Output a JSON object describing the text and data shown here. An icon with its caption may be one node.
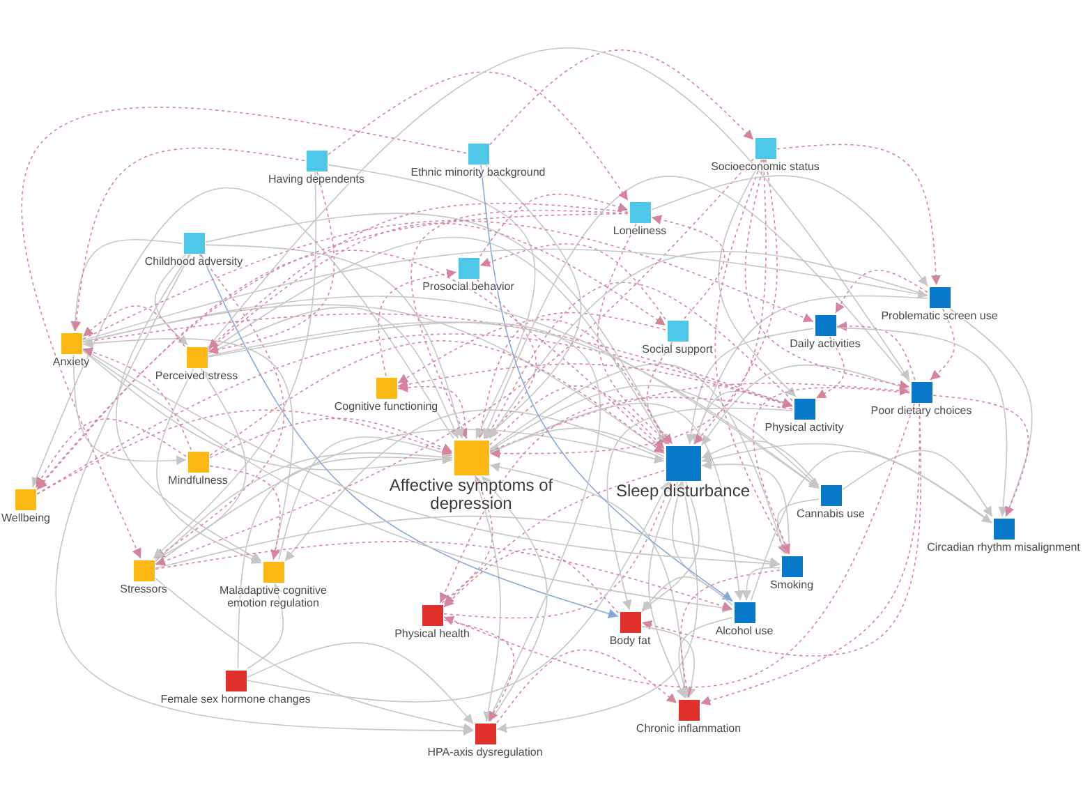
{
  "diagram": {
    "nodes": [
      {
        "text": [
          "Socioeconomic status"
        ]
      },
      {
        "text": [
          "Ethnic minority background"
        ]
      },
      {
        "text": [
          "Having dependents"
        ]
      },
      {
        "text": [
          "Loneliness"
        ]
      },
      {
        "text": [
          "Childhood adversity"
        ]
      },
      {
        "text": [
          "Prosocial behavior"
        ]
      },
      {
        "text": [
          "Problematic screen use"
        ]
      },
      {
        "text": [
          "Daily activities"
        ]
      },
      {
        "text": [
          "Social support"
        ]
      },
      {
        "text": [
          "Anxiety"
        ]
      },
      {
        "text": [
          "Perceived stress"
        ]
      },
      {
        "text": [
          "Cognitive functioning"
        ]
      },
      {
        "text": [
          "Poor dietary choices"
        ]
      },
      {
        "text": [
          "Physical activity"
        ]
      },
      {
        "text": [
          "Affective symptoms of depression"
        ]
      },
      {
        "text": [
          "Mindfulness"
        ]
      },
      {
        "text": [
          "Sleep disturbance"
        ]
      },
      {
        "text": [
          "Cannabis use"
        ]
      },
      {
        "text": [
          "Wellbeing"
        ]
      },
      {
        "text": [
          "Circadian rhythm misalignment"
        ]
      },
      {
        "text": [
          "Smoking"
        ]
      },
      {
        "text": [
          "Stressors"
        ]
      },
      {
        "text": [
          "Maladaptive cognitive emotion regulation"
        ]
      },
      {
        "text": [
          "Alcohol use"
        ]
      },
      {
        "text": [
          "Physical health"
        ]
      },
      {
        "text": [
          "Body fat"
        ]
      },
      {
        "text": [
          "Female sex hormone changes"
        ]
      },
      {
        "text": [
          "Chronic inflammation"
        ]
      },
      {
        "text": [
          "HPA-axis dysregulation"
        ]
      }
    ],
    "edges": [
      {
        "from": 9,
        "to": 16,
        "arrow": "to"
      },
      {
        "from": 10,
        "to": 16,
        "arrow": "to"
      },
      {
        "from": 14,
        "to": 16,
        "arrow": "to",
        "style": "dashed",
        "color": "#d6849c"
      },
      {
        "from": 3,
        "to": 16,
        "arrow": "to",
        "style": "dashed",
        "color": "#d6849c"
      },
      {
        "from": 6,
        "to": 16,
        "arrow": "to"
      },
      {
        "from": 7,
        "to": 16,
        "arrow": "to"
      },
      {
        "from": 13,
        "to": 16,
        "arrow": "to"
      },
      {
        "from": 17,
        "to": 16,
        "arrow": "to"
      },
      {
        "from": 20,
        "to": 16,
        "arrow": "to"
      },
      {
        "from": 23,
        "to": 16,
        "arrow": "to"
      },
      {
        "from": 19,
        "to": 16,
        "arrow": "to"
      },
      {
        "from": 12,
        "to": 16,
        "arrow": "to"
      },
      {
        "from": 0,
        "to": 16,
        "arrow": "to",
        "style": "dashed",
        "color": "#d6849c"
      },
      {
        "from": 4,
        "to": 16,
        "arrow": "to"
      },
      {
        "from": 21,
        "to": 16,
        "arrow": "to"
      },
      {
        "from": 24,
        "to": 16,
        "arrow": "to",
        "style": "dashed",
        "color": "#d6849c"
      },
      {
        "from": 15,
        "to": 16,
        "arrow": "to",
        "style": "dashed",
        "color": "#d6849c"
      },
      {
        "from": 8,
        "to": 16,
        "arrow": "to",
        "style": "dashed",
        "color": "#d6849c"
      },
      {
        "from": 26,
        "to": 16,
        "arrow": "to"
      },
      {
        "from": 16,
        "to": 14,
        "arrow": "to"
      },
      {
        "from": 16,
        "to": 25,
        "arrow": "to"
      },
      {
        "from": 16,
        "to": 27,
        "arrow": "to"
      },
      {
        "from": 16,
        "to": 28,
        "arrow": "to"
      },
      {
        "from": 16,
        "to": 11,
        "arrow": "to",
        "style": "dashed",
        "color": "#d6849c"
      },
      {
        "from": 16,
        "to": 24,
        "arrow": "to",
        "style": "dashed",
        "color": "#d6849c"
      },
      {
        "from": 16,
        "to": 18,
        "arrow": "to",
        "style": "dashed",
        "color": "#d6849c"
      },
      {
        "from": 16,
        "to": 22,
        "arrow": "to"
      },
      {
        "from": 9,
        "to": 14,
        "arrow": "to"
      },
      {
        "from": 10,
        "to": 14,
        "arrow": "to"
      },
      {
        "from": 3,
        "to": 14,
        "arrow": "to",
        "style": "dashed",
        "color": "#d6849c"
      },
      {
        "from": 8,
        "to": 14,
        "arrow": "to",
        "style": "dashed",
        "color": "#d6849c"
      },
      {
        "from": 5,
        "to": 14,
        "arrow": "to",
        "style": "dashed",
        "color": "#d6849c"
      },
      {
        "from": 4,
        "to": 14,
        "arrow": "to"
      },
      {
        "from": 21,
        "to": 14,
        "arrow": "to"
      },
      {
        "from": 22,
        "to": 14,
        "arrow": "to"
      },
      {
        "from": 15,
        "to": 14,
        "arrow": "to",
        "style": "dashed",
        "color": "#d6849c"
      },
      {
        "from": 18,
        "to": 14,
        "arrow": "to",
        "style": "dashed",
        "color": "#d6849c"
      },
      {
        "from": 13,
        "to": 14,
        "arrow": "to",
        "style": "dashed",
        "color": "#d6849c"
      },
      {
        "from": 2,
        "to": 14,
        "arrow": "to"
      },
      {
        "from": 1,
        "to": 14,
        "arrow": "to"
      },
      {
        "from": 0,
        "to": 14,
        "arrow": "to",
        "style": "dashed",
        "color": "#d6849c"
      },
      {
        "from": 12,
        "to": 14,
        "arrow": "to"
      },
      {
        "from": 28,
        "to": 14,
        "arrow": "to"
      },
      {
        "from": 27,
        "to": 14,
        "arrow": "to"
      },
      {
        "from": 24,
        "to": 14,
        "arrow": "to",
        "style": "dashed",
        "color": "#d6849c"
      },
      {
        "from": 6,
        "to": 14,
        "arrow": "to"
      },
      {
        "from": 26,
        "to": 14,
        "arrow": "to"
      },
      {
        "from": 14,
        "to": 11,
        "arrow": "to",
        "style": "dashed",
        "color": "#d6849c"
      },
      {
        "from": 14,
        "to": 12,
        "arrow": "to",
        "style": "dashed",
        "color": "#d6849c"
      },
      {
        "from": 14,
        "to": 17,
        "arrow": "to"
      },
      {
        "from": 14,
        "to": 20,
        "arrow": "to"
      },
      {
        "from": 14,
        "to": 23,
        "arrow": "to"
      },
      {
        "from": 14,
        "to": 28,
        "arrow": "to"
      },
      {
        "from": 14,
        "to": 18,
        "arrow": "to"
      },
      {
        "from": 4,
        "to": 25,
        "arrow": "to",
        "color": "#86a9dc"
      },
      {
        "from": 1,
        "to": 23,
        "arrow": "to",
        "color": "#86a9dc"
      },
      {
        "from": 4,
        "to": 9,
        "arrow": "to"
      },
      {
        "from": 4,
        "to": 22,
        "arrow": "to"
      },
      {
        "from": 4,
        "to": 28,
        "arrow": "to"
      },
      {
        "from": 4,
        "to": 10,
        "arrow": "to"
      },
      {
        "from": 4,
        "to": 21,
        "arrow": "to",
        "style": "dashed",
        "color": "#d6849c"
      },
      {
        "from": 2,
        "to": 10,
        "arrow": "to",
        "style": "dashed",
        "color": "#d6849c"
      },
      {
        "from": 2,
        "to": 3,
        "arrow": "to",
        "style": "dashed",
        "color": "#d6849c"
      },
      {
        "from": 2,
        "to": 9,
        "arrow": "to",
        "style": "dashed",
        "color": "#d6849c"
      },
      {
        "from": 2,
        "to": 21,
        "arrow": "to"
      },
      {
        "from": 1,
        "to": 0,
        "arrow": "to",
        "style": "dashed",
        "color": "#d6849c"
      },
      {
        "from": 1,
        "to": 21,
        "arrow": "to",
        "style": "dashed",
        "color": "#d6849c"
      },
      {
        "from": 0,
        "to": 6,
        "arrow": "to",
        "style": "dashed",
        "color": "#d6849c"
      },
      {
        "from": 0,
        "to": 12,
        "arrow": "to",
        "style": "dashed",
        "color": "#d6849c"
      },
      {
        "from": 0,
        "to": 20,
        "arrow": "to",
        "style": "dashed",
        "color": "#d6849c"
      },
      {
        "from": 0,
        "to": 13,
        "arrow": "to"
      },
      {
        "from": 0,
        "to": 21,
        "arrow": "to",
        "style": "dashed",
        "color": "#d6849c"
      },
      {
        "from": 8,
        "to": 3,
        "arrow": "to",
        "style": "dashed",
        "color": "#d6849c"
      },
      {
        "from": 5,
        "to": 3,
        "arrow": "to",
        "style": "dashed",
        "color": "#d6849c"
      },
      {
        "from": 8,
        "to": 5,
        "arrow": "to",
        "style": "dashed",
        "color": "#d6849c"
      },
      {
        "from": 11,
        "to": 5,
        "arrow": "to",
        "style": "dashed",
        "color": "#d6849c"
      },
      {
        "from": 10,
        "to": 8,
        "arrow": "to",
        "style": "dashed",
        "color": "#d6849c"
      },
      {
        "from": 6,
        "to": 7,
        "arrow": "to",
        "style": "dashed",
        "color": "#d6849c"
      },
      {
        "from": 12,
        "to": 7,
        "arrow": "to",
        "style": "dashed",
        "color": "#d6849c"
      },
      {
        "from": 9,
        "to": 7,
        "arrow": "to",
        "style": "dashed",
        "color": "#d6849c"
      },
      {
        "from": 3,
        "to": 6,
        "arrow": "to"
      },
      {
        "from": 9,
        "to": 6,
        "arrow": "to"
      },
      {
        "from": 6,
        "to": 12,
        "arrow": "to",
        "style": "dashed",
        "color": "#d6849c"
      },
      {
        "from": 10,
        "to": 12,
        "arrow": "to"
      },
      {
        "from": 7,
        "to": 13,
        "arrow": "to",
        "style": "dashed",
        "color": "#d6849c"
      },
      {
        "from": 18,
        "to": 13,
        "arrow": "to",
        "style": "dashed",
        "color": "#d6849c"
      },
      {
        "from": 9,
        "to": 13,
        "arrow": "to",
        "style": "dashed",
        "color": "#d6849c"
      },
      {
        "from": 9,
        "to": 17,
        "arrow": "to"
      },
      {
        "from": 10,
        "to": 17,
        "arrow": "to"
      },
      {
        "from": 6,
        "to": 19,
        "arrow": "to"
      },
      {
        "from": 7,
        "to": 19,
        "arrow": "to"
      },
      {
        "from": 12,
        "to": 19,
        "arrow": "to",
        "style": "dashed",
        "color": "#d6849c"
      },
      {
        "from": 17,
        "to": 19,
        "arrow": "to"
      },
      {
        "from": 23,
        "to": 19,
        "arrow": "to"
      },
      {
        "from": 9,
        "to": 20,
        "arrow": "to"
      },
      {
        "from": 17,
        "to": 20,
        "arrow": "to"
      },
      {
        "from": 21,
        "to": 20,
        "arrow": "to"
      },
      {
        "from": 12,
        "to": 20,
        "arrow": "to",
        "style": "dashed",
        "color": "#d6849c"
      },
      {
        "from": 9,
        "to": 23,
        "arrow": "to"
      },
      {
        "from": 21,
        "to": 23,
        "arrow": "to",
        "style": "dashed",
        "color": "#d6849c"
      },
      {
        "from": 20,
        "to": 23,
        "arrow": "to"
      },
      {
        "from": 12,
        "to": 25,
        "arrow": "to",
        "style": "dashed",
        "color": "#d6849c"
      },
      {
        "from": 13,
        "to": 25,
        "arrow": "to"
      },
      {
        "from": 23,
        "to": 25,
        "arrow": "to"
      },
      {
        "from": 25,
        "to": 27,
        "arrow": "to"
      },
      {
        "from": 20,
        "to": 27,
        "arrow": "to",
        "style": "dashed",
        "color": "#d6849c"
      },
      {
        "from": 12,
        "to": 27,
        "arrow": "to",
        "style": "dashed",
        "color": "#d6849c"
      },
      {
        "from": 28,
        "to": 27,
        "arrow": "to",
        "style": "dashed",
        "color": "#d6849c"
      },
      {
        "from": 23,
        "to": 27,
        "arrow": "to"
      },
      {
        "from": 10,
        "to": 28,
        "arrow": "to"
      },
      {
        "from": 21,
        "to": 28,
        "arrow": "to"
      },
      {
        "from": 26,
        "to": 28,
        "arrow": "to"
      },
      {
        "from": 24,
        "to": 28,
        "arrow": "to",
        "style": "dashed",
        "color": "#d6849c"
      },
      {
        "from": 13,
        "to": 24,
        "arrow": "to",
        "style": "dashed",
        "color": "#d6849c"
      },
      {
        "from": 25,
        "to": 24,
        "arrow": "to",
        "style": "dashed",
        "color": "#d6849c"
      },
      {
        "from": 12,
        "to": 24,
        "arrow": "to",
        "style": "dashed",
        "color": "#d6849c"
      },
      {
        "from": 26,
        "to": 22,
        "arrow": "to"
      },
      {
        "from": 10,
        "to": 9,
        "arrow": "to",
        "style": "dashed",
        "color": "#d6849c"
      },
      {
        "from": 22,
        "to": 9,
        "arrow": "to"
      },
      {
        "from": 15,
        "to": 9,
        "arrow": "to",
        "style": "dashed",
        "color": "#d6849c"
      },
      {
        "from": 21,
        "to": 10,
        "arrow": "to"
      },
      {
        "from": 3,
        "to": 10,
        "arrow": "to",
        "style": "dashed",
        "color": "#d6849c"
      },
      {
        "from": 13,
        "to": 11,
        "arrow": "to",
        "style": "dashed",
        "color": "#d6849c"
      },
      {
        "from": 9,
        "to": 15,
        "arrow": "to"
      },
      {
        "from": 15,
        "to": 18,
        "arrow": "to",
        "style": "dashed",
        "color": "#d6849c"
      },
      {
        "from": 3,
        "to": 18,
        "arrow": "to",
        "style": "dashed",
        "color": "#d6849c"
      },
      {
        "from": 15,
        "to": 22,
        "arrow": "to",
        "style": "dashed",
        "color": "#d6849c"
      },
      {
        "from": 10,
        "to": 22,
        "arrow": "to"
      }
    ]
  }
}
